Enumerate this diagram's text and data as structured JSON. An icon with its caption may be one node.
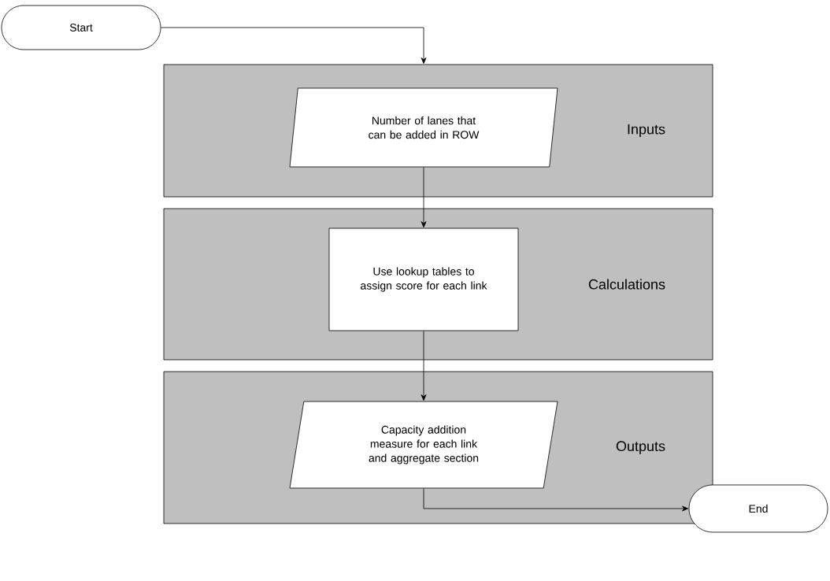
{
  "diagram": {
    "nodes": [
      {
        "text": [
          "Start"
        ]
      },
      {
        "text": [
          "Inputs"
        ]
      },
      {
        "text": [
          "Number of lanes that can be added in ROW"
        ],
        "in": 1
      },
      {
        "text": [
          "Calculations"
        ]
      },
      {
        "text": [
          "Use lookup tables to assign score for each link"
        ],
        "in": 3
      },
      {
        "text": [
          "Outputs"
        ]
      },
      {
        "text": [
          "Capacity addition measure for each link and aggregate section"
        ],
        "in": 5
      },
      {
        "text": [
          "End"
        ]
      }
    ],
    "edges": [
      {
        "from": 0,
        "to": 1,
        "arrow": "to"
      },
      {
        "from": 2,
        "to": 4,
        "arrow": "to"
      },
      {
        "from": 4,
        "to": 6,
        "arrow": "to"
      },
      {
        "from": 6,
        "to": 7,
        "arrow": "to"
      }
    ]
  }
}
